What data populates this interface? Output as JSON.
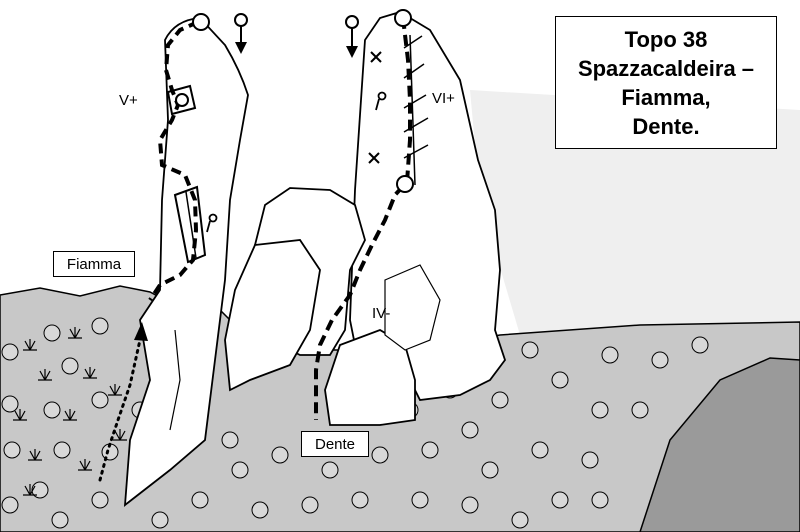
{
  "title": {
    "line1": "Topo 38",
    "line2": "Spazzacaldeira –",
    "line3": "Fiamma,",
    "line4": "Dente."
  },
  "labels": {
    "fiamma": "Fiamma",
    "dente": "Dente"
  },
  "grades": {
    "fiamma_route": "V+",
    "dente_upper": "VI+",
    "dente_lower": "IV-"
  },
  "icons": {
    "ground_texture": "circles",
    "vegetation": "grass-tufts",
    "rappel": "rappel-anchor-arrow",
    "bolt": "bolt-piton",
    "belay": "belay-station-circle",
    "crux": "x-mark"
  },
  "colors": {
    "ink": "#000000",
    "ground": "#c8c8c8",
    "background": "#ffffff",
    "ridge": "#9a9a9a",
    "sky_shadow": "#eeeeee"
  }
}
